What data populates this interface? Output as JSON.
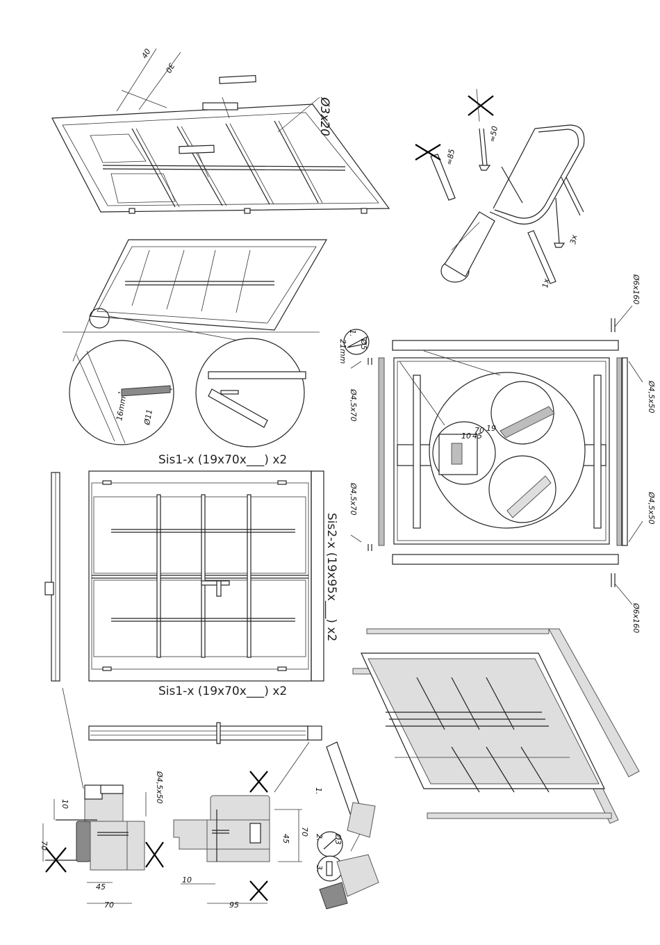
{
  "labels": {
    "screw_top": "Ø3x20",
    "dim_40": "40",
    "dim_30": "30",
    "dim_50": "≈50",
    "dim_85": "≈85",
    "qty_3x": "3x",
    "qty_1x": "1x",
    "drill_11": "Ø11",
    "depth_16": "16mm",
    "sis1_top": "Sis1-x (19x70x___) x2",
    "sis1_bottom": "Sis1-x (19x70x___) x2",
    "sis2": "Sis2-x (19x95x___) x2",
    "step1_num": "1.",
    "d5": "Ø5",
    "mm21": "21mm",
    "screw_45x70_a": "Ø4,5x70",
    "screw_45x70_b": "Ø4,5x70",
    "screw_6x160_top": "Ø6x160",
    "screw_6x160_bot": "Ø6x160",
    "screw_45x50_a": "Ø4,5x50",
    "screw_45x50_b": "Ø4,5x50",
    "screw_45x50_c": "Ø4,5x50",
    "detail_70": "70",
    "detail_19": "19",
    "detail_10": "10",
    "detail_45": "45",
    "sec_10a": "10",
    "sec_70a": "70",
    "sec_45a": "45",
    "sec_70b": "70",
    "sec_70c": "70",
    "sec_45b": "45",
    "sec_10b": "10",
    "sec_95": "95",
    "step_1": "1.",
    "step_2": "2.",
    "step_3": "3.",
    "d3": "Ø3"
  }
}
